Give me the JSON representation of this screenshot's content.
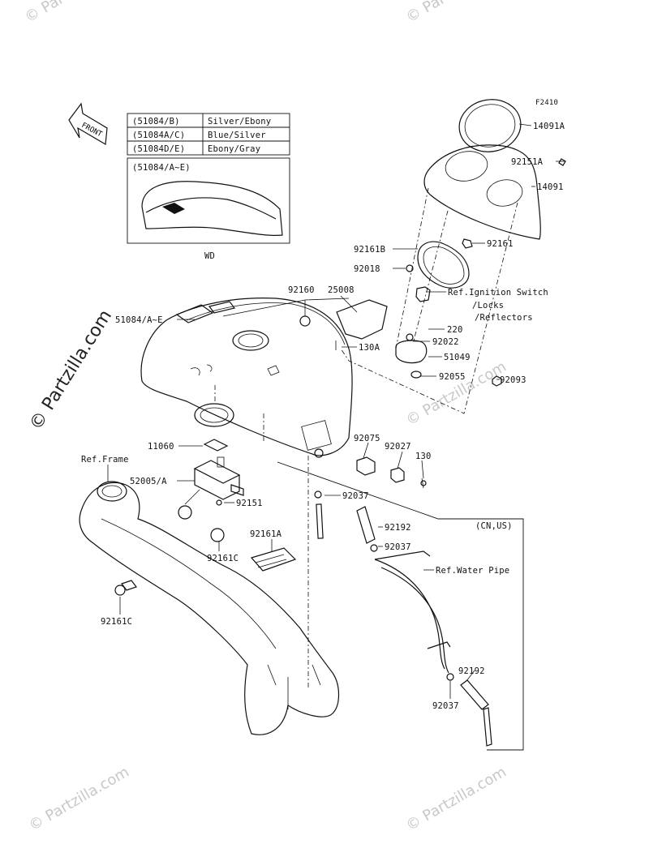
{
  "figure_code": "F2410",
  "watermark": "© Partzilla.com",
  "front_label": "FRONT",
  "variant_table": {
    "rows": [
      {
        "code": "(51084/B)",
        "color": "Silver/Ebony"
      },
      {
        "code": "(51084A/C)",
        "color": "Blue/Silver"
      },
      {
        "code": "(51084D/E)",
        "color": "Ebony/Gray"
      }
    ],
    "inset_label": "(51084/A~E)",
    "inset_caption": "WD"
  },
  "region_label": "(CN,US)",
  "parts": {
    "p14091A": "14091A",
    "p92151A": "92151A",
    "p14091": "14091",
    "p92161B": "92161B",
    "p92161": "92161",
    "p92018": "92018",
    "p92160": "92160",
    "p25008": "25008",
    "ref_ignition_1": "Ref.Ignition Switch",
    "ref_ignition_2": "/Locks",
    "ref_ignition_3": "/Reflectors",
    "p51084": "51084/A~E",
    "p130A": "130A",
    "p220": "220",
    "p92022": "92022",
    "p51049": "51049",
    "p92055": "92055",
    "p92093": "92093",
    "p11060": "11060",
    "p92075": "92075",
    "p92027": "92027",
    "p130": "130",
    "ref_frame": "Ref.Frame",
    "p52005": "52005/A",
    "p92037a": "92037",
    "p92151": "92151",
    "p92192a": "92192",
    "p92037b": "92037",
    "p92161A": "92161A",
    "p92161C_a": "92161C",
    "ref_water_pipe": "Ref.Water Pipe",
    "p92161C_b": "92161C",
    "p92192b": "92192",
    "p92037c": "92037"
  }
}
